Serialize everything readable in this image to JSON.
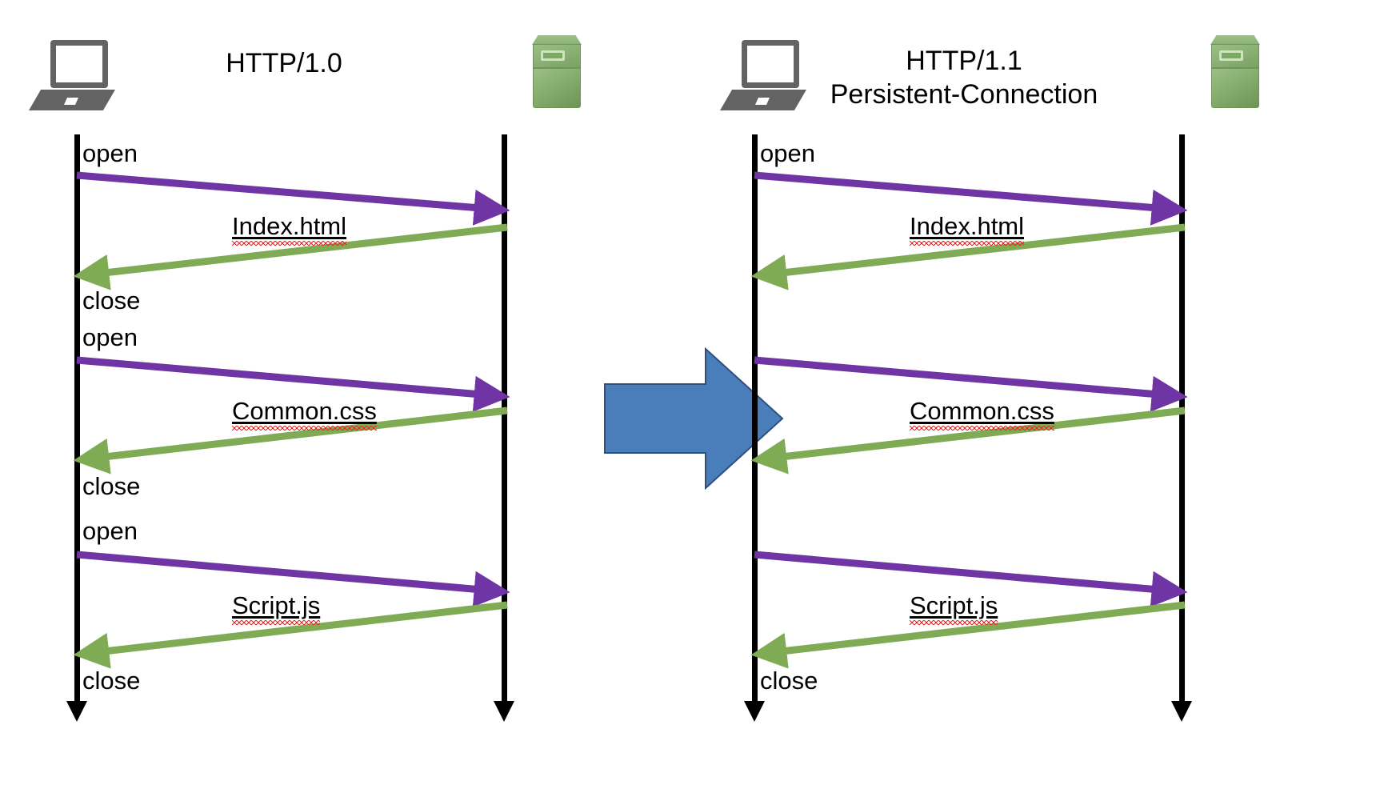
{
  "figure": {
    "kind": "sequence-diagram-comparison",
    "background_color": "#ffffff"
  },
  "palette": {
    "request_arrow": "#6f35a5",
    "response_arrow": "#7fab55",
    "lifeline": "#000000",
    "transition_arrow_fill": "#4a7ebb",
    "transition_arrow_stroke": "#2f4f7f",
    "laptop_gray": "#636363",
    "server_green": "#86ae6f",
    "spellcheck_red": "#ef2222",
    "text": "#000000"
  },
  "left_panel": {
    "title": "HTTP/1.0",
    "client": {
      "icon": "laptop-icon",
      "label": ""
    },
    "server": {
      "icon": "server-icon",
      "label": ""
    },
    "state_labels": [
      {
        "text": "open",
        "cycle": 1
      },
      {
        "text": "close",
        "cycle": 1
      },
      {
        "text": "open",
        "cycle": 2
      },
      {
        "text": "close",
        "cycle": 2
      },
      {
        "text": "open",
        "cycle": 3
      },
      {
        "text": "close",
        "cycle": 3
      }
    ],
    "messages": [
      {
        "label": "Index.html",
        "spellcheck_flag": true,
        "request_color": "#6f35a5",
        "response_color": "#7fab55"
      },
      {
        "label": "Common.css",
        "spellcheck_flag": true,
        "request_color": "#6f35a5",
        "response_color": "#7fab55"
      },
      {
        "label": "Script.js",
        "spellcheck_flag": true,
        "request_color": "#6f35a5",
        "response_color": "#7fab55"
      }
    ]
  },
  "transition": {
    "icon": "right-arrow-icon",
    "direction": "right",
    "fill": "#4a7ebb"
  },
  "right_panel": {
    "title": "HTTP/1.1\nPersistent-Connection",
    "title_line_1": "HTTP/1.1",
    "title_line_2": "Persistent-Connection",
    "client": {
      "icon": "laptop-icon",
      "label": ""
    },
    "server": {
      "icon": "server-icon",
      "label": ""
    },
    "state_labels": [
      {
        "text": "open",
        "cycle": 1
      },
      {
        "text": "close",
        "cycle": 1
      }
    ],
    "messages": [
      {
        "label": "Index.html",
        "spellcheck_flag": true,
        "request_color": "#6f35a5",
        "response_color": "#7fab55"
      },
      {
        "label": "Common.css",
        "spellcheck_flag": true,
        "request_color": "#6f35a5",
        "response_color": "#7fab55"
      },
      {
        "label": "Script.js",
        "spellcheck_flag": true,
        "request_color": "#6f35a5",
        "response_color": "#7fab55"
      }
    ]
  }
}
